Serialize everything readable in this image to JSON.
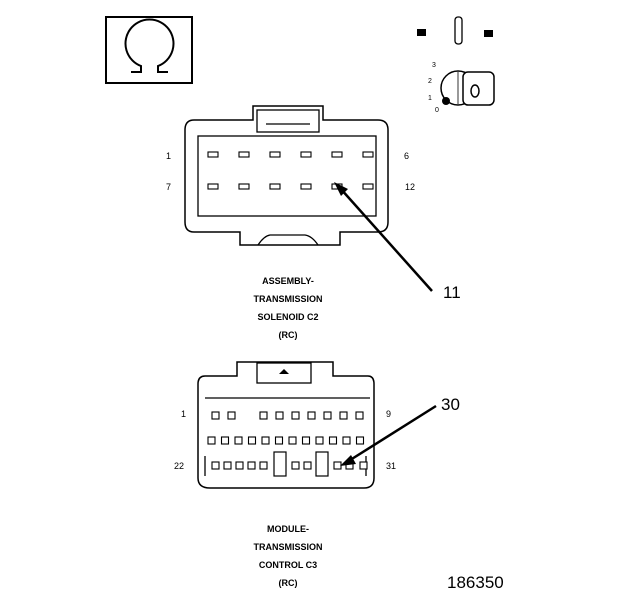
{
  "connector_c2": {
    "label_lines": [
      "ASSEMBLY-",
      "TRANSMISSION",
      "SOLENOID C2",
      "(RC)"
    ],
    "pin_first_top": "1",
    "pin_last_top": "6",
    "pin_first_bottom": "7",
    "pin_last_bottom": "12",
    "callout": "11"
  },
  "connector_c3": {
    "label_lines": [
      "MODULE-",
      "TRANSMISSION",
      "CONTROL C3",
      "(RC)"
    ],
    "pin_first_top": "1",
    "pin_last_top": "9",
    "pin_first_bottom": "22",
    "pin_last_bottom": "31",
    "callout": "30"
  },
  "ignition_key": {
    "positions": [
      "3",
      "2",
      "1",
      "0"
    ]
  },
  "figure_number": "186350",
  "icons": [
    "ohm-symbol-icon",
    "ignition-key-icon"
  ]
}
